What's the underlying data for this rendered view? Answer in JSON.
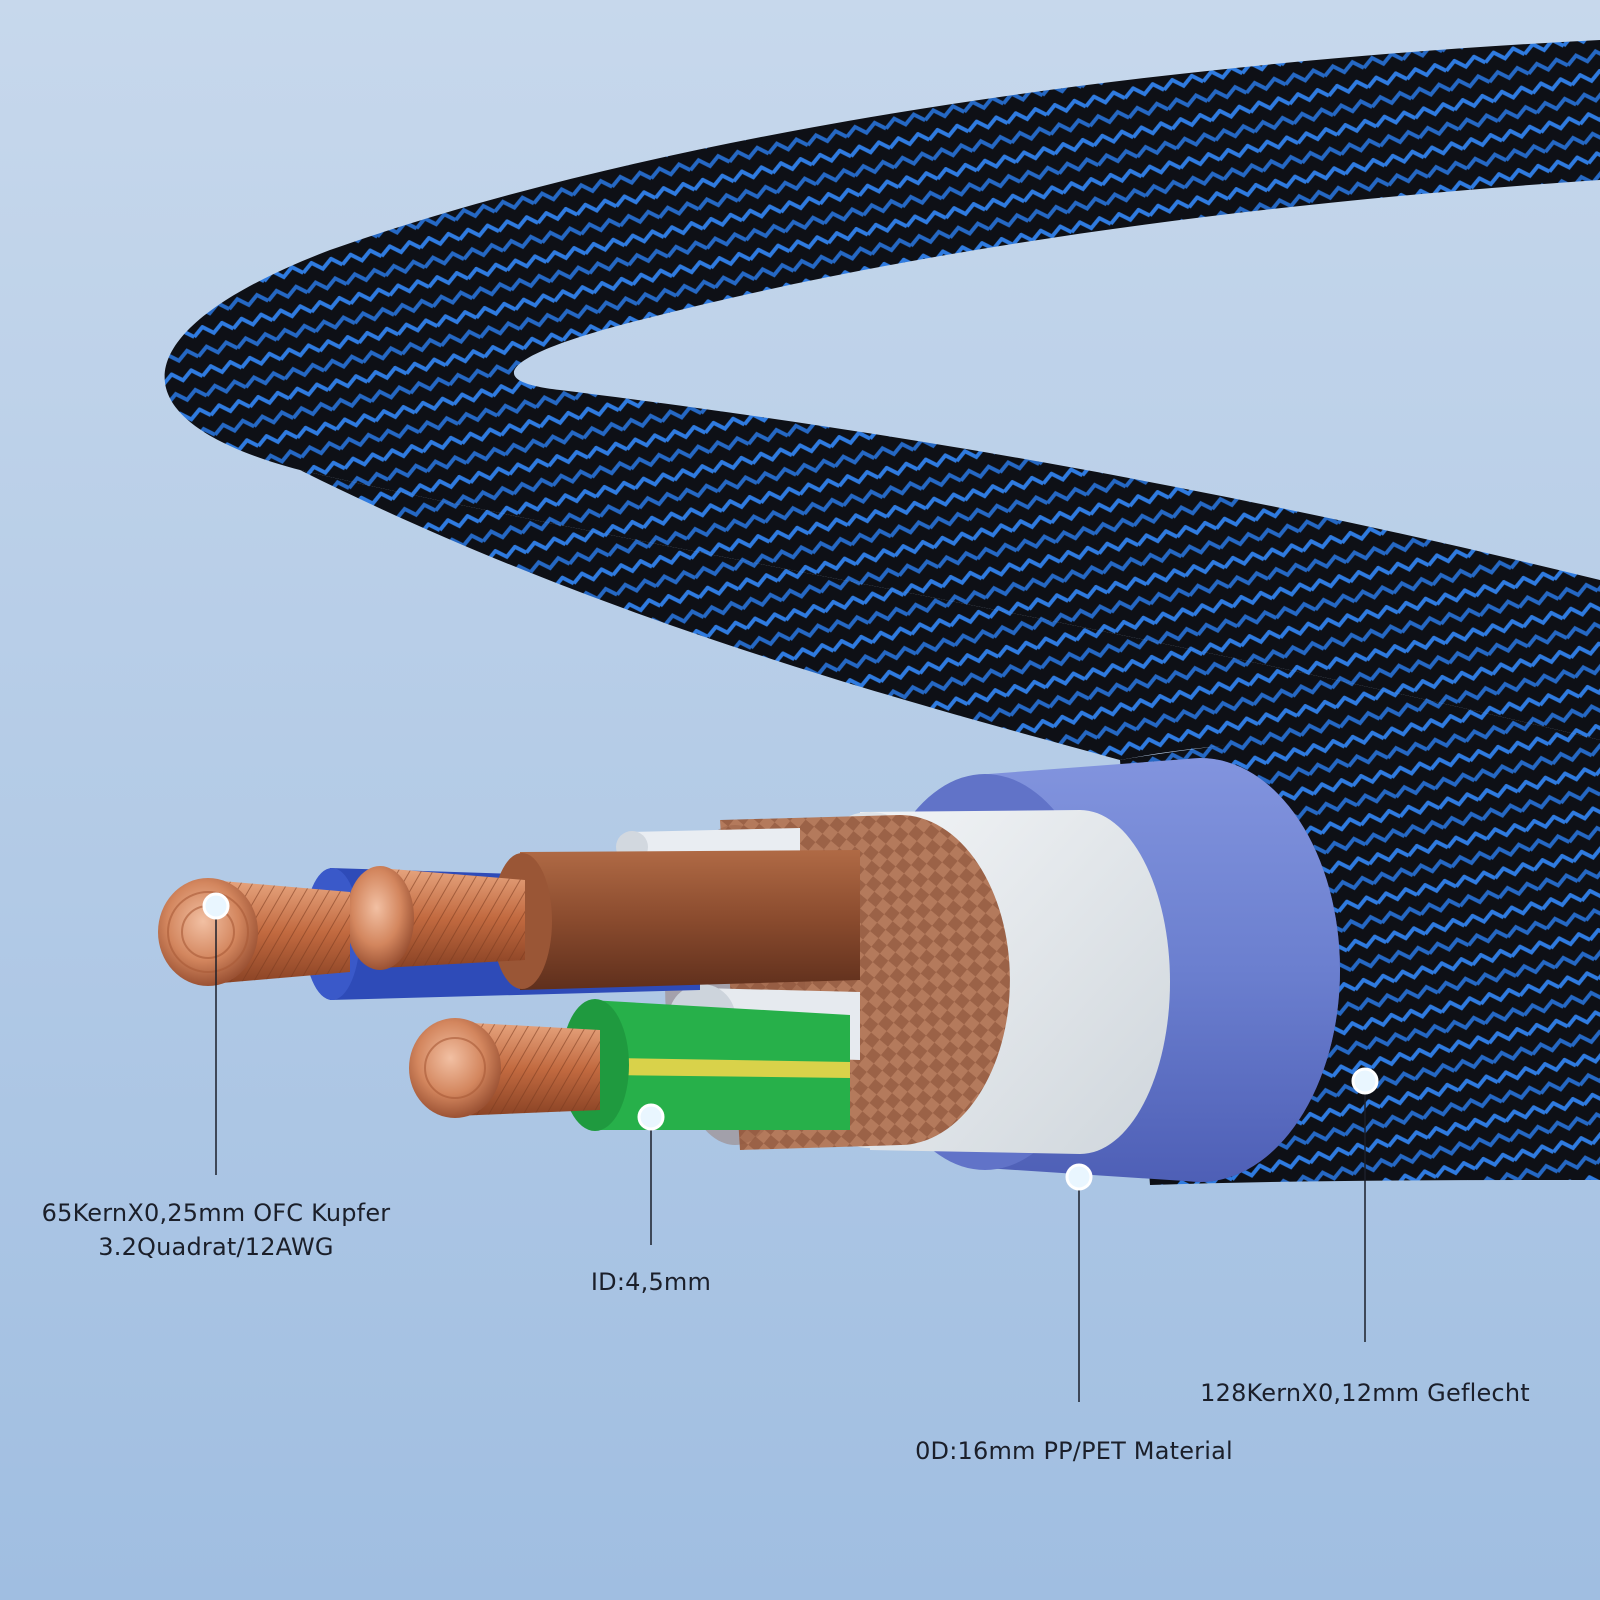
{
  "labels": {
    "conductor": {
      "line1": "65KernX0,25mm OFC Kupfer",
      "line2": "3.2Quadrat/12AWG"
    },
    "inner_diameter": "ID:4,5mm",
    "outer_diameter": "0D:16mm PP/PET Material",
    "braid": "128KernX0,12mm Geflecht"
  },
  "colors": {
    "background_top": "#c4d6ea",
    "background_bottom": "#a2bfe0",
    "braid_black": "#0d0f14",
    "braid_blue": "#2f7be0",
    "copper": "#c8744e",
    "jacket_blue": "#6b7fcf",
    "ground_green": "#27b04a",
    "ground_yellow": "#d9d24a",
    "brown_insulation": "#8a4b2e",
    "marker": "#ffffff"
  }
}
